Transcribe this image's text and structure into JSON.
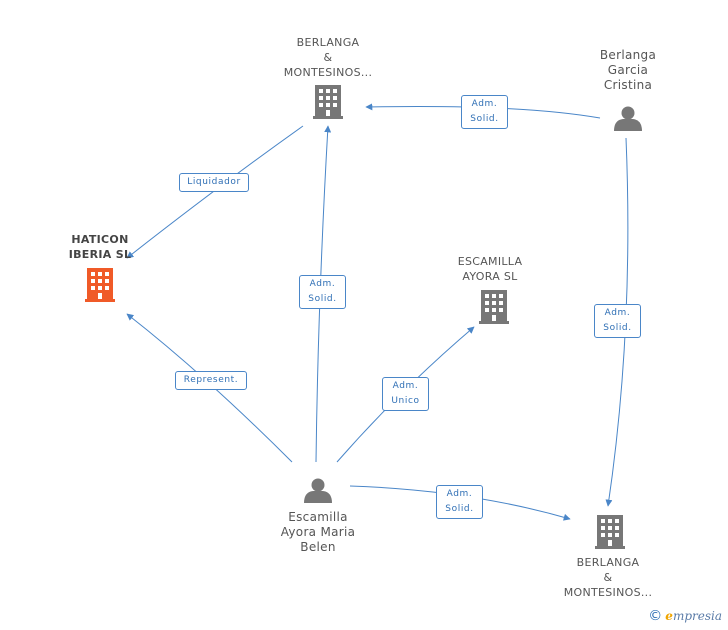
{
  "nodes": {
    "haticon": {
      "lines": [
        "HATICON",
        "IBERIA SL"
      ],
      "kind": "company",
      "highlight": true
    },
    "berlanga_top": {
      "lines": [
        "BERLANGA",
        "&",
        "MONTESINOS..."
      ],
      "kind": "company"
    },
    "berlanga_garcia": {
      "lines": [
        "Berlanga",
        "Garcia",
        "Cristina"
      ],
      "kind": "person"
    },
    "escamilla_ayora_sl": {
      "lines": [
        "ESCAMILLA",
        "AYORA SL"
      ],
      "kind": "company"
    },
    "escamilla_maria": {
      "lines": [
        "Escamilla",
        "Ayora Maria",
        "Belen"
      ],
      "kind": "person"
    },
    "berlanga_bottom": {
      "lines": [
        "BERLANGA",
        "&",
        "MONTESINOS..."
      ],
      "kind": "company"
    }
  },
  "edges": {
    "liquidador": {
      "lines": [
        "Liquidador"
      ]
    },
    "adm_solid_top": {
      "lines": [
        "Adm.",
        "Solid."
      ]
    },
    "adm_solid_center": {
      "lines": [
        "Adm.",
        "Solid."
      ]
    },
    "adm_unico": {
      "lines": [
        "Adm.",
        "Unico"
      ]
    },
    "represent": {
      "lines": [
        "Represent."
      ]
    },
    "adm_solid_right": {
      "lines": [
        "Adm.",
        "Solid."
      ]
    },
    "adm_solid_bottom": {
      "lines": [
        "Adm.",
        "Solid."
      ]
    }
  },
  "footer": {
    "copyright": "©",
    "brand_initial": "e",
    "brand_rest": "mpresia"
  },
  "colors": {
    "edge": "#4a86c8",
    "company": "#777777",
    "company_highlight": "#f05a28",
    "person": "#777777"
  }
}
